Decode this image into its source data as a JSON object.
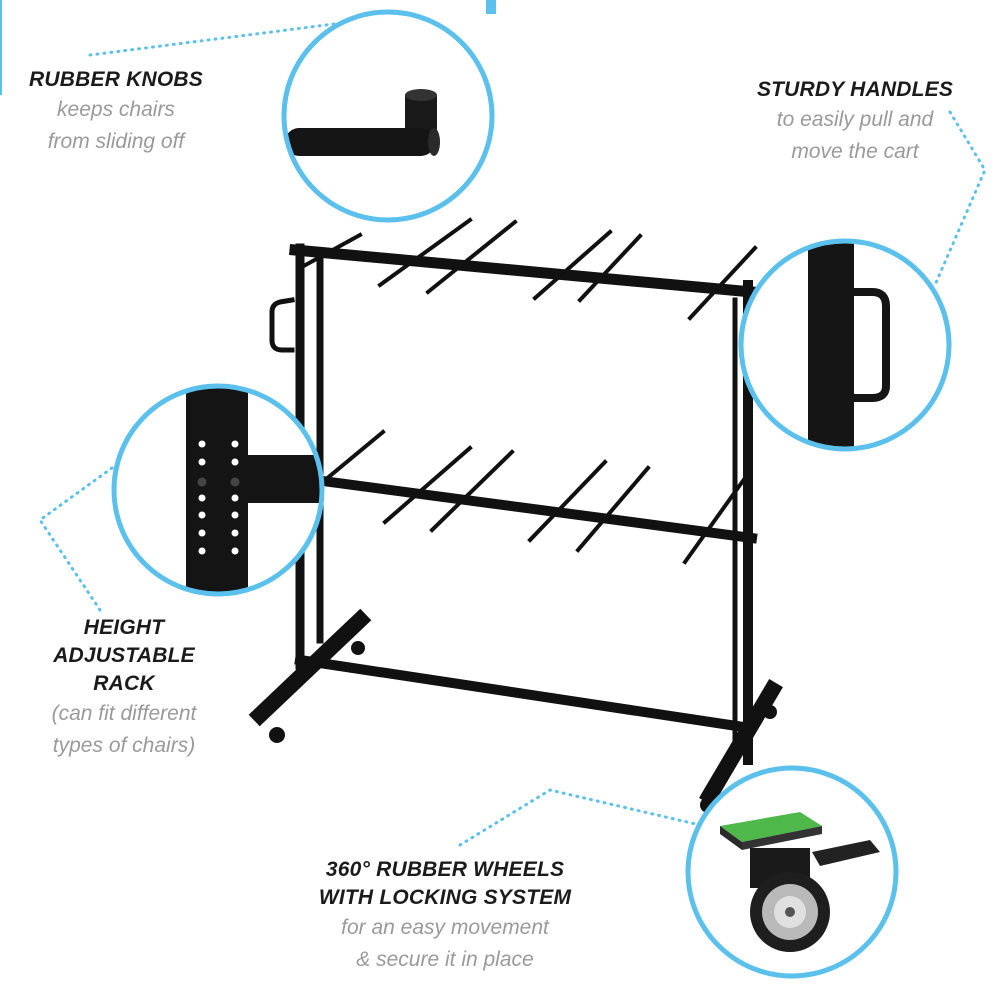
{
  "features": {
    "rubber_knobs": {
      "title": "RUBBER KNOBS",
      "desc_line1": "keeps chairs",
      "desc_line2": "from sliding off"
    },
    "sturdy_handles": {
      "title": "STURDY HANDLES",
      "desc_line1": "to easily pull and",
      "desc_line2": "move the cart"
    },
    "height_adjustable": {
      "title_line1": "HEIGHT",
      "title_line2": "ADJUSTABLE RACK",
      "desc_line1": "(can fit different",
      "desc_line2": "types of chairs)"
    },
    "wheels": {
      "title_line1": "360° RUBBER WHEELS",
      "title_line2": "WITH LOCKING SYSTEM",
      "desc_line1": "for an easy movement",
      "desc_line2": "& secure it in place"
    }
  },
  "colors": {
    "accent": "#5bc0eb",
    "frame": "#111111",
    "title": "#1b1b1b",
    "desc": "#9a9a9a"
  },
  "icons": {
    "knob_callout": "rubber-knob-closeup",
    "handle_callout": "handle-closeup",
    "holes_callout": "adjustment-holes-closeup",
    "wheel_callout": "caster-wheel-closeup"
  }
}
